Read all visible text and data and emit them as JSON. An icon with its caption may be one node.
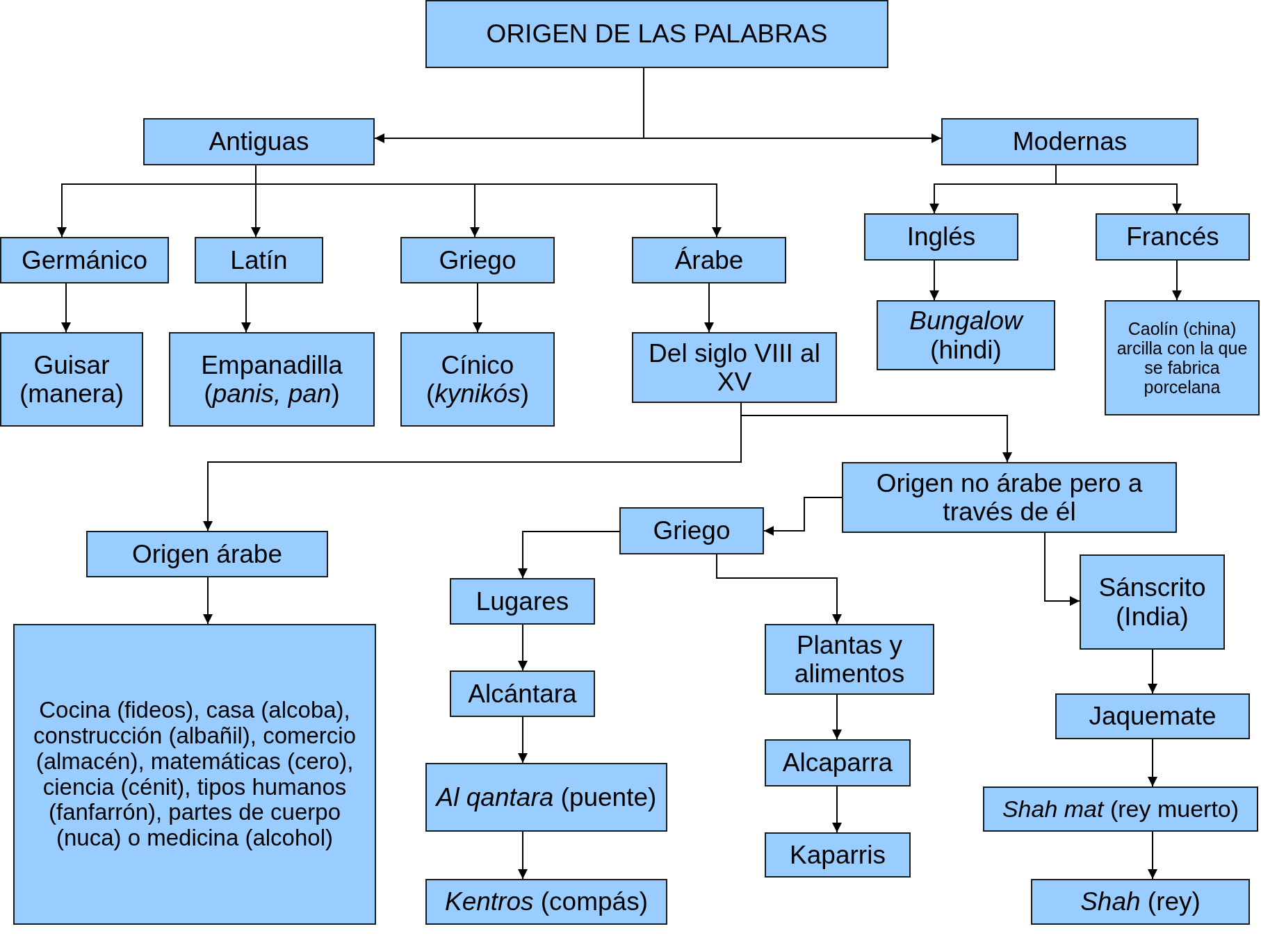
{
  "diagram": {
    "nodes": [
      {
        "text": [
          "ORIGEN DE LAS PALABRAS"
        ]
      },
      {
        "text": [
          "Antiguas"
        ]
      },
      {
        "text": [
          "Modernas"
        ]
      },
      {
        "text": [
          "Germánico"
        ]
      },
      {
        "text": [
          "Latín"
        ]
      },
      {
        "text": [
          "Griego"
        ]
      },
      {
        "text": [
          "Árabe"
        ]
      },
      {
        "text": [
          "Inglés"
        ]
      },
      {
        "text": [
          "Francés"
        ]
      },
      {
        "text": [
          "Guisar (manera)"
        ]
      },
      {
        "text": [
          "Empanadilla (*panis, pan*)"
        ]
      },
      {
        "text": [
          "Cínico (*kynikós*)"
        ]
      },
      {
        "text": [
          "Del siglo VIII al XV"
        ]
      },
      {
        "text": [
          "*Bungalow* (hindi)"
        ]
      },
      {
        "text": [
          "Caolín (china) arcilla con la que se fabrica porcelana"
        ]
      },
      {
        "text": [
          "Origen no árabe pero a través de él"
        ]
      },
      {
        "text": [
          "Origen árabe"
        ]
      },
      {
        "text": [
          "Griego"
        ]
      },
      {
        "text": [
          "Cocina (fideos), casa (alcoba), construcción (albañil), comercio (almacén), matemáticas (cero), ciencia (cénit), tipos humanos (fanfarrón), partes de cuerpo (nuca) o medicina (alcohol)"
        ]
      },
      {
        "text": [
          "Lugares"
        ]
      },
      {
        "text": [
          "Plantas y alimentos"
        ]
      },
      {
        "text": [
          "Sánscrito (India)"
        ]
      },
      {
        "text": [
          "Alcántara"
        ]
      },
      {
        "text": [
          "Alcaparra"
        ]
      },
      {
        "text": [
          "Jaquemate"
        ]
      },
      {
        "text": [
          "*Al qantara* (puente)"
        ]
      },
      {
        "text": [
          "Kaparris"
        ]
      },
      {
        "text": [
          "*Shah mat* (rey muerto)"
        ]
      },
      {
        "text": [
          "*Kentros* (compás)"
        ]
      },
      {
        "text": [
          "*Shah* (rey)"
        ]
      }
    ],
    "edges": [
      {
        "from": 0,
        "to": 1,
        "arrow": "to"
      },
      {
        "from": 0,
        "to": 2,
        "arrow": "to"
      },
      {
        "from": 1,
        "to": 3,
        "arrow": "to"
      },
      {
        "from": 1,
        "to": 4,
        "arrow": "to"
      },
      {
        "from": 1,
        "to": 5,
        "arrow": "to"
      },
      {
        "from": 1,
        "to": 6,
        "arrow": "to"
      },
      {
        "from": 2,
        "to": 7,
        "arrow": "to"
      },
      {
        "from": 2,
        "to": 8,
        "arrow": "to"
      },
      {
        "from": 3,
        "to": 9,
        "arrow": "to"
      },
      {
        "from": 4,
        "to": 10,
        "arrow": "to"
      },
      {
        "from": 5,
        "to": 11,
        "arrow": "to"
      },
      {
        "from": 6,
        "to": 12,
        "arrow": "to"
      },
      {
        "from": 7,
        "to": 13,
        "arrow": "to"
      },
      {
        "from": 8,
        "to": 14,
        "arrow": "to"
      },
      {
        "from": 12,
        "to": 16,
        "arrow": "to"
      },
      {
        "from": 12,
        "to": 15,
        "arrow": "to"
      },
      {
        "from": 16,
        "to": 18,
        "arrow": "to"
      },
      {
        "from": 15,
        "to": 17,
        "arrow": "to"
      },
      {
        "from": 17,
        "to": 19,
        "arrow": "to"
      },
      {
        "from": 17,
        "to": 20,
        "arrow": "to"
      },
      {
        "from": 15,
        "to": 21,
        "arrow": "to"
      },
      {
        "from": 19,
        "to": 22,
        "arrow": "to"
      },
      {
        "from": 22,
        "to": 25,
        "arrow": "to"
      },
      {
        "from": 25,
        "to": 28,
        "arrow": "to"
      },
      {
        "from": 20,
        "to": 23,
        "arrow": "to"
      },
      {
        "from": 23,
        "to": 26,
        "arrow": "to"
      },
      {
        "from": 21,
        "to": 24,
        "arrow": "to"
      },
      {
        "from": 24,
        "to": 27,
        "arrow": "to"
      },
      {
        "from": 27,
        "to": 29,
        "arrow": "to"
      }
    ]
  }
}
